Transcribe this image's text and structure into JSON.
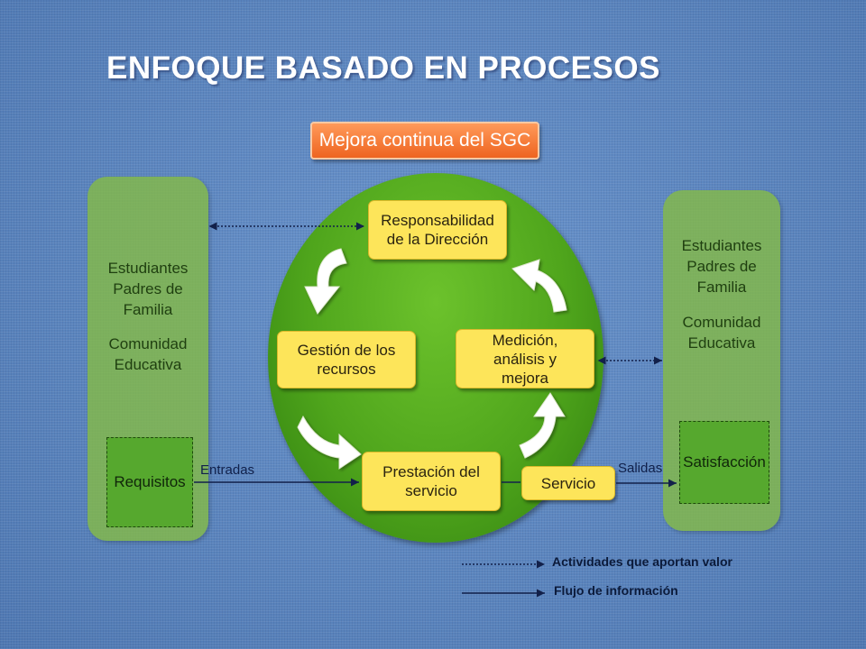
{
  "title": "ENFOQUE BASADO EN PROCESOS",
  "mejora": "Mejora continua del SGC",
  "left_panel": {
    "line1": "Estudiantes",
    "line2": "Padres de",
    "line3": "Familia",
    "line4": "Comunidad",
    "line5": "Educativa",
    "box": "Requisitos"
  },
  "right_panel": {
    "line1": "Estudiantes",
    "line2": "Padres de",
    "line3": "Familia",
    "line4": "Comunidad",
    "line5": "Educativa",
    "box": "Satisfacción"
  },
  "processes": {
    "responsabilidad_1": "Responsabilidad",
    "responsabilidad_2": "de la Dirección",
    "gestion_1": "Gestión de los",
    "gestion_2": "recursos",
    "medicion_1": "Medición,",
    "medicion_2": "análisis y",
    "medicion_3": "mejora",
    "prestacion_1": "Prestación del",
    "prestacion_2": "servicio",
    "servicio": "Servicio"
  },
  "labels": {
    "entradas": "Entradas",
    "salidas": "Salidas"
  },
  "legend": {
    "dotted": "Actividades que aportan valor",
    "solid": "Flujo de información"
  },
  "colors": {
    "background": "#5b86c0",
    "panel_green": "#84ba48",
    "circle_green": "#4fa51c",
    "process_yellow": "#fde55a",
    "mejora_orange": "#ee6420"
  }
}
